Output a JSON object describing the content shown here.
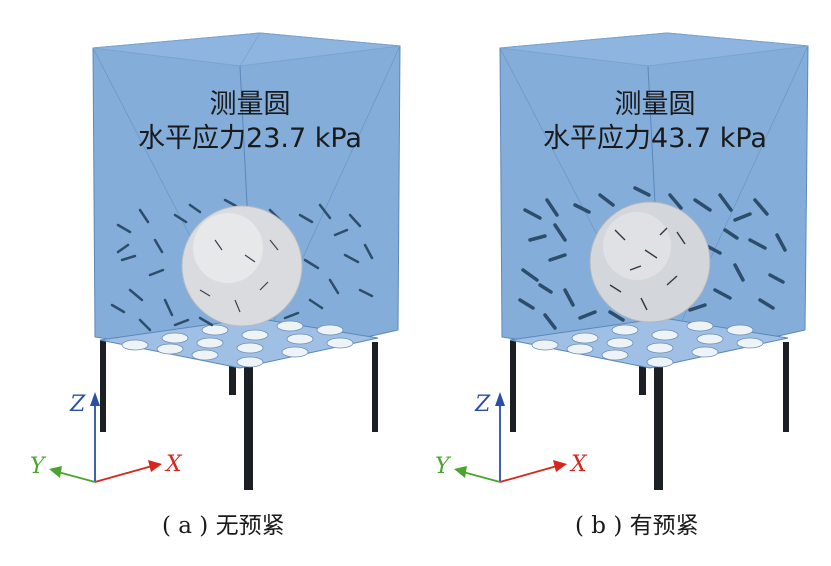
{
  "panels": [
    {
      "label_line1": "测量圆",
      "label_line2": "水平应力23.7 kPa",
      "caption": "( a ) 无预紧"
    },
    {
      "label_line1": "测量圆",
      "label_line2": "水平应力43.7 kPa",
      "caption": "( b ) 有预紧"
    }
  ],
  "axes": {
    "z": "Z",
    "y": "Y",
    "x": "X"
  },
  "colors": {
    "box_fill": "#6f9fd3",
    "sphere": "#d9dbde",
    "particles": "#2d4e6b",
    "legs": "#1c1f24",
    "z_axis": "#2b4ea8",
    "y_axis": "#4aa52e",
    "x_axis": "#d8261c"
  }
}
